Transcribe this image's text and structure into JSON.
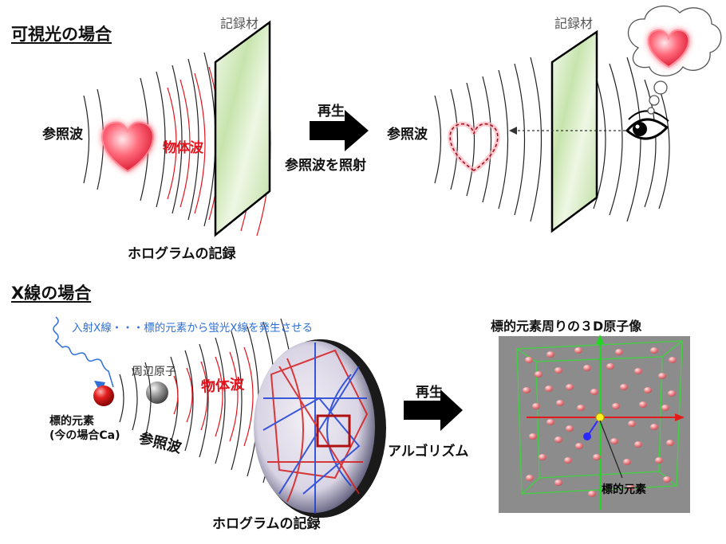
{
  "top": {
    "title": "可視光の場合",
    "medium_left": "記録材",
    "medium_right": "記録材",
    "reference_wave_left": "参照波",
    "object_wave": "物体波",
    "recording_caption": "ホログラムの記録",
    "arrow_label_top": "再生",
    "arrow_label_bottom": "参照波を照射",
    "reference_wave_right": "参照波"
  },
  "bottom": {
    "title": "X線の場合",
    "incident_note": "入射X線・・・標的元素から蛍光X線を発生させる",
    "neighbor_atom": "周辺原子",
    "target_element_line1": "標的元素",
    "target_element_line2": "(今の場合Ca)",
    "reference_wave": "参照波",
    "object_wave": "物体波",
    "recording_caption": "ホログラムの記録",
    "arrow_label_top": "再生",
    "arrow_label_bottom": "アルゴリズム",
    "image_title": "標的元素周りの３D原子像",
    "image_label": "標的元素"
  },
  "colors": {
    "object_wave": "#e0141e",
    "film_green": "#cfe8b8",
    "incident_xray": "#2f6fd6",
    "atom_red": "#d51a1a",
    "atom_gray": "#808080",
    "panel_gray": "#8c8c8c"
  },
  "icons": [
    "heart-icon",
    "eye-icon",
    "thought-bubble-icon",
    "arrow-right-icon",
    "wavy-xray-icon",
    "atom-icon",
    "sphere-hologram-icon"
  ]
}
